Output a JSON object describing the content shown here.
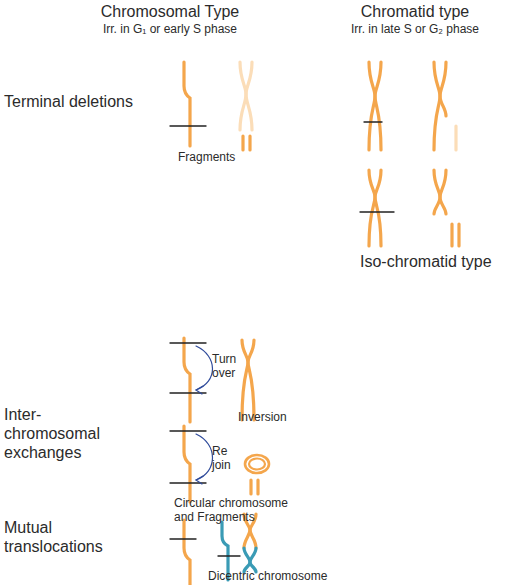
{
  "diagram": {
    "labels": [
      "Chromosomal Type",
      "Irr. in G₁ or early S phase",
      "Chromatid type",
      "Irr. in late S or G₂ phase",
      "Terminal deletions",
      "Fragments",
      "Iso-chromatid type",
      "Inter-chromosomal exchanges",
      "Turn over",
      "Inversion",
      "Re join",
      "Circular chromosome and Fragments",
      "Mutual translocations",
      "Dicentric chromosome"
    ]
  }
}
